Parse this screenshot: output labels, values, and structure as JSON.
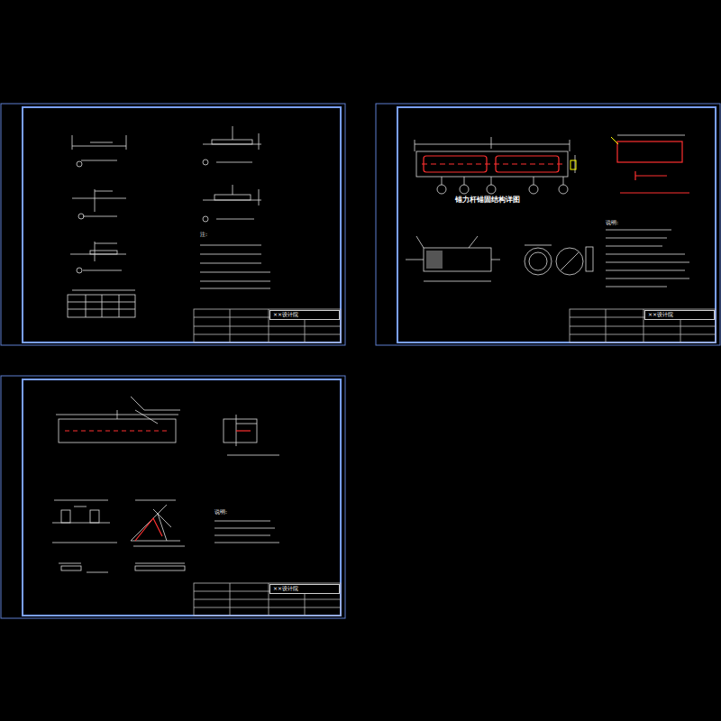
{
  "diagram": {
    "nodes": [
      {
        "text": [
          "××设计院"
        ]
      },
      {
        "text": [
          "××设计院"
        ]
      },
      {
        "text": [
          "××设计院"
        ]
      }
    ],
    "labels": [
      "注:",
      "锚力杆锚固结构详图",
      "说明:",
      "说明:"
    ]
  }
}
